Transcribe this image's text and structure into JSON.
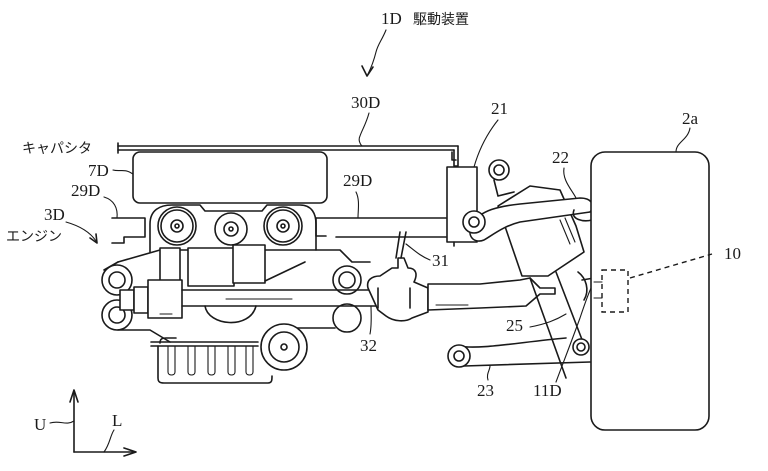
{
  "figure": {
    "title_ref": "1D",
    "title_text": "駆動装置",
    "labels": {
      "cover": "30D",
      "capacitor_ref": "7D",
      "capacitor_text": "キャパシタ",
      "bracket_left": "29D",
      "bracket_right": "29D",
      "engine_ref": "3D",
      "engine_text": "エンジン",
      "actuator": "21",
      "upper_arm": "22",
      "wheel": "2a",
      "sensor": "10",
      "rack_joint": "31",
      "rack_shaft": "32",
      "knuckle": "25",
      "lower_arm": "23",
      "steering_unit": "11D"
    },
    "axes": {
      "up": "U",
      "left": "L"
    }
  }
}
